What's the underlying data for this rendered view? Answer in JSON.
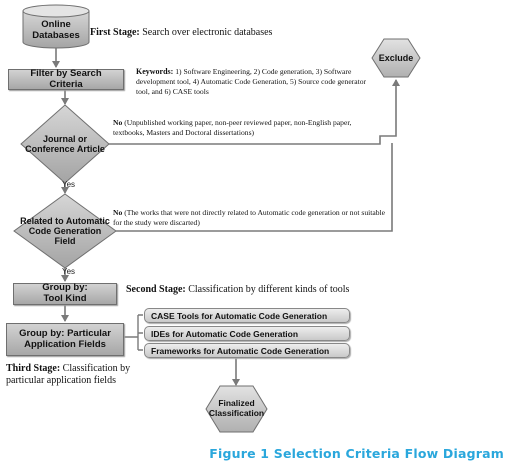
{
  "nodes": {
    "online_databases": "Online Databases",
    "filter": "Filter by Search Criteria",
    "journal": "Journal or Conference Article",
    "related": "Related to Automatic Code Generation Field",
    "group_tool": "Group by: Tool Kind",
    "group_app": "Group by: Particular Application Fields",
    "exclude": "Exclude",
    "finalized": "Finalized Classification"
  },
  "tools": [
    "CASE Tools for Automatic Code Generation",
    "IDEs for Automatic Code Generation",
    "Frameworks for Automatic Code Generation"
  ],
  "stages": {
    "first_label": "First Stage:",
    "first_text": "Search over electronic databases",
    "second_label": "Second Stage:",
    "second_text": "Classification by different kinds of tools",
    "third_label": "Third Stage:",
    "third_text": "Classification by particular application fields"
  },
  "notes": {
    "keywords_label": "Keywords:",
    "keywords_text": "1) Software Engineering, 2) Code generation, 3) Software development tool, 4) Automatic Code Generation, 5) Source code generator tool, and 6) CASE tools",
    "no1_label": "No",
    "no1_text": "(Unpublished working paper, non-peer reviewed paper, non-English paper, textbooks, Masters and Doctoral dissertations)",
    "no2_label": "No",
    "no2_text": "(The works that were not directly related to Automatic code generation or not suitable for the study were discarted)"
  },
  "edges": {
    "yes1": "Yes",
    "yes2": "Yes"
  },
  "caption": "Figure 1 Selection Criteria Flow Diagram"
}
